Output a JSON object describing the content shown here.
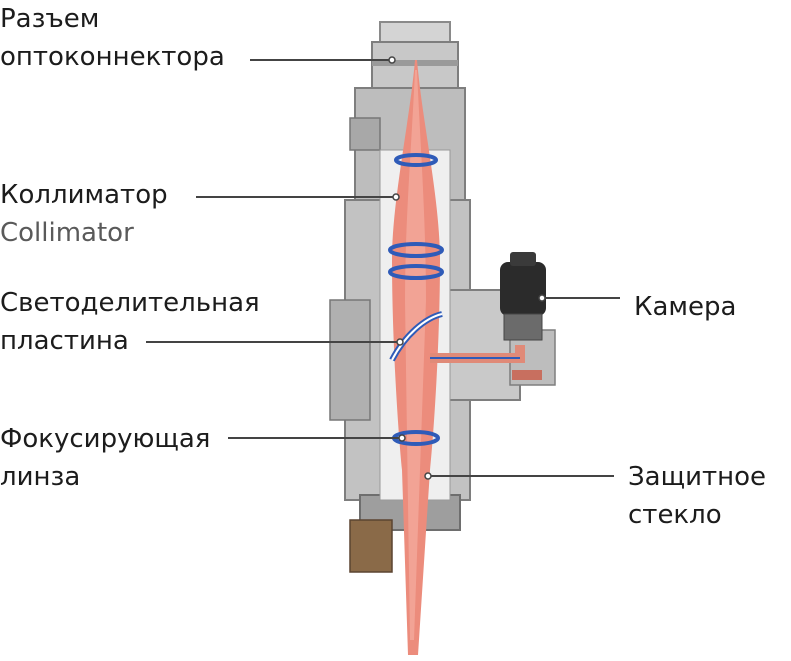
{
  "labels": {
    "connector": {
      "line1": "Разъем",
      "line2": "оптоконнектора"
    },
    "collimator": {
      "line1": "Коллиматор",
      "line2": "Collimator"
    },
    "splitter": {
      "line1": "Светоделительная",
      "line2": "пластина"
    },
    "focus_lens": {
      "line1": "Фокусирующая",
      "line2": "линза"
    },
    "camera": {
      "line1": "Камера"
    },
    "protective_glass": {
      "line1": "Защитное",
      "line2": "стекло"
    }
  },
  "colors": {
    "beam": "#ec8c7c",
    "beam_dark": "#d86e5e",
    "housing": "#bdbdbd",
    "housing_dark": "#8a8a8a",
    "housing_light": "#e4e4e4",
    "ring": "#2f5bb8",
    "camera": "#2b2b2b",
    "bracket": "#8a6a48",
    "leader": "#444444"
  }
}
